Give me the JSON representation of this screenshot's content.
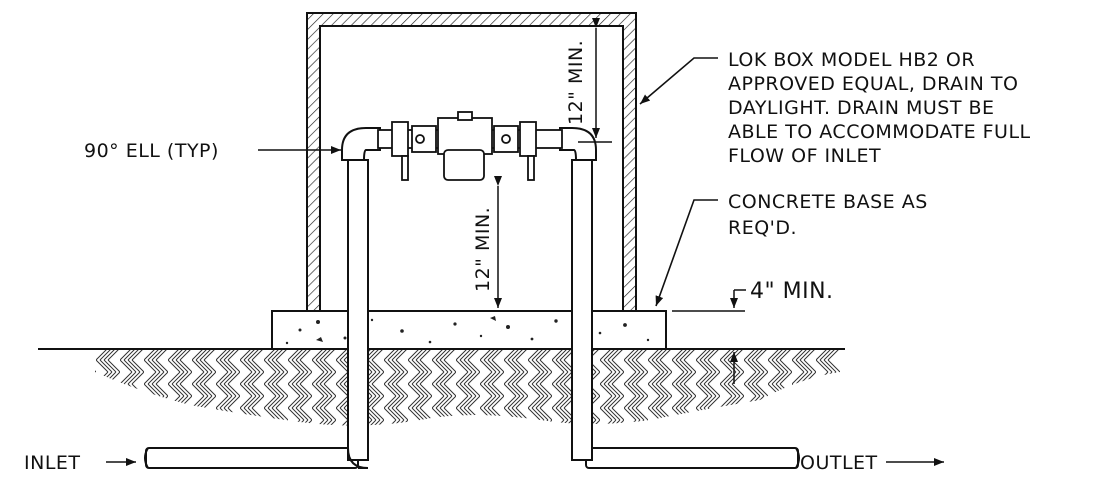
{
  "labels": {
    "box_callout": [
      "LOK BOX MODEL HB2 OR",
      "APPROVED EQUAL, DRAIN TO",
      "DAYLIGHT. DRAIN MUST BE",
      "ABLE TO ACCOMMODATE FULL",
      "FLOW OF INLET"
    ],
    "base_callout": [
      "CONCRETE BASE AS",
      "REQ'D."
    ],
    "ell": "90° ELL (TYP)",
    "inlet": "INLET",
    "outlet": "OUTLET",
    "dim_top": "12\" MIN.",
    "dim_bottom": "12\" MIN.",
    "dim_base": "4\" MIN."
  },
  "colors": {
    "line": "#111111",
    "paper": "#ffffff"
  }
}
